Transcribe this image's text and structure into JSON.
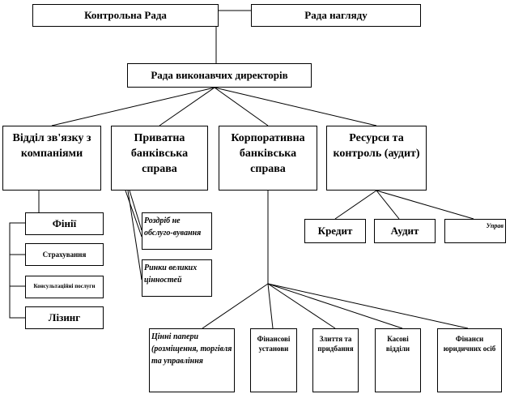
{
  "top": {
    "control_board": "Контрольна Рада",
    "supervisory_board": "Рада нагляду"
  },
  "executive": "Рада виконавчих директорів",
  "divisions": [
    "Відділ зв'язку з компаніями",
    "Приватна банківська справа",
    "Корпоративна банківська справа",
    "Ресурси та контроль (аудит)"
  ],
  "company_units": [
    "Фінії",
    "Страхування",
    "Консультаційні послуги",
    "Лізинг"
  ],
  "private_units": [
    "Роздріб не обслуго-вування",
    "Ринки великих цінностей"
  ],
  "resource_units": [
    "Кредит",
    "Аудит",
    "Управ"
  ],
  "corporate_units": [
    "Цінні папери (розміщення, торгівля та управління",
    "Фінансові установи",
    "Злиття та придбання",
    "Касові відділи",
    "Фінанси юридичних осіб"
  ]
}
